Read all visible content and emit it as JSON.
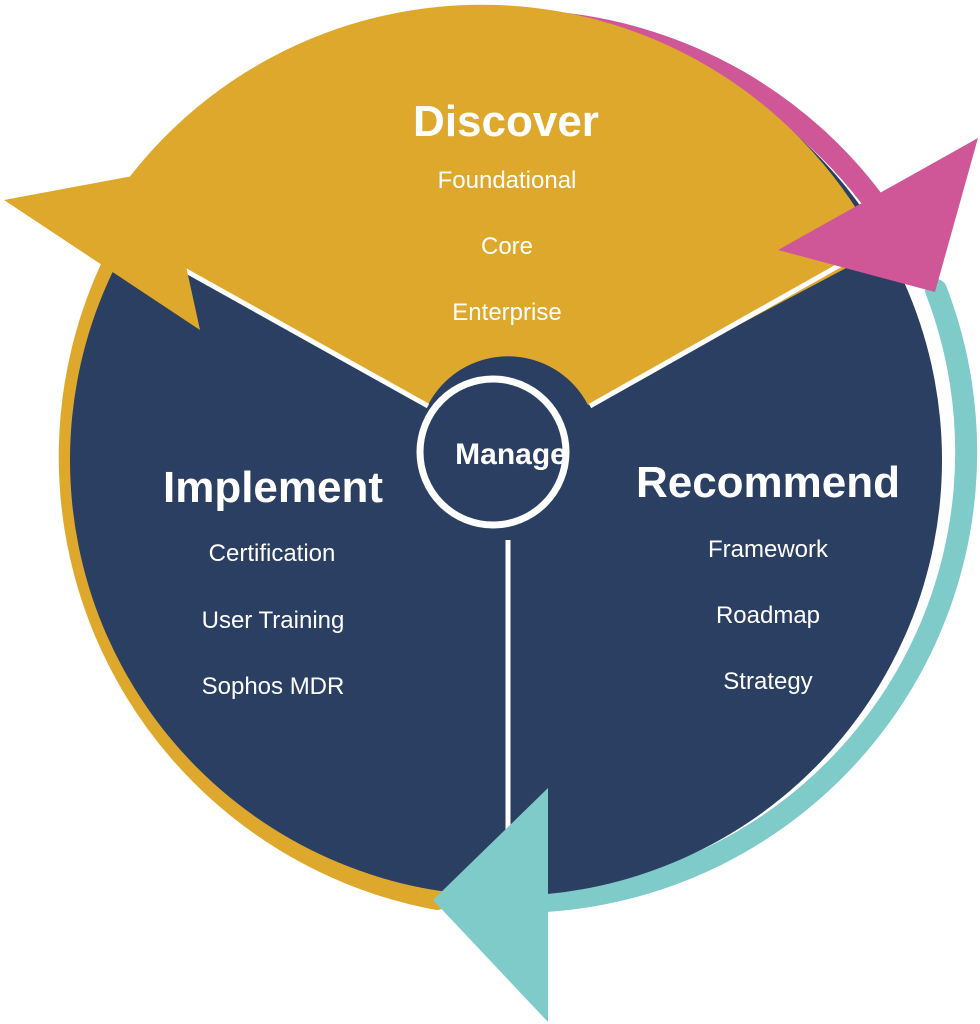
{
  "colors": {
    "navy": "#2b3f63",
    "gold": "#dea82c",
    "pink": "#d05797",
    "teal": "#7ecbca",
    "white": "#ffffff"
  },
  "hub": {
    "label": "Manage"
  },
  "segments": {
    "discover": {
      "title": "Discover",
      "items": [
        "Foundational",
        "Core",
        "Enterprise"
      ]
    },
    "implement": {
      "title": "Implement",
      "items": [
        "Certification",
        "User Training",
        "Sophos MDR"
      ]
    },
    "recommend": {
      "title": "Recommend",
      "items": [
        "Framework",
        "Roadmap",
        "Strategy"
      ]
    }
  }
}
